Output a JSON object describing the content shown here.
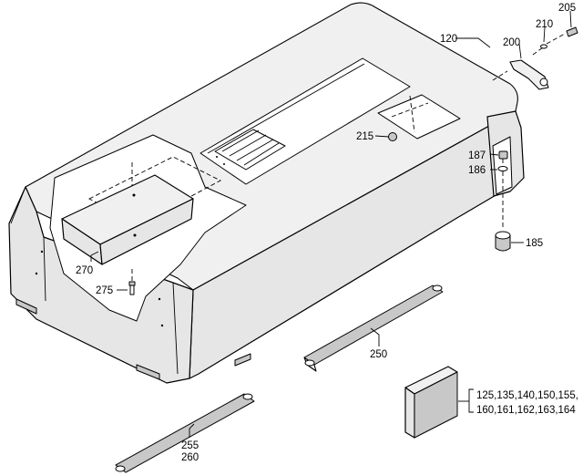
{
  "callouts": {
    "c120": "120",
    "c200": "200",
    "c205": "205",
    "c210": "210",
    "c215": "215",
    "c187": "187",
    "c186": "186",
    "c185": "185",
    "c270": "270",
    "c275": "275",
    "c250": "250",
    "c255": "255",
    "c260": "260",
    "c_group_line1": "125,135,140,150,155,",
    "c_group_line2": "160,161,162,163,164"
  }
}
